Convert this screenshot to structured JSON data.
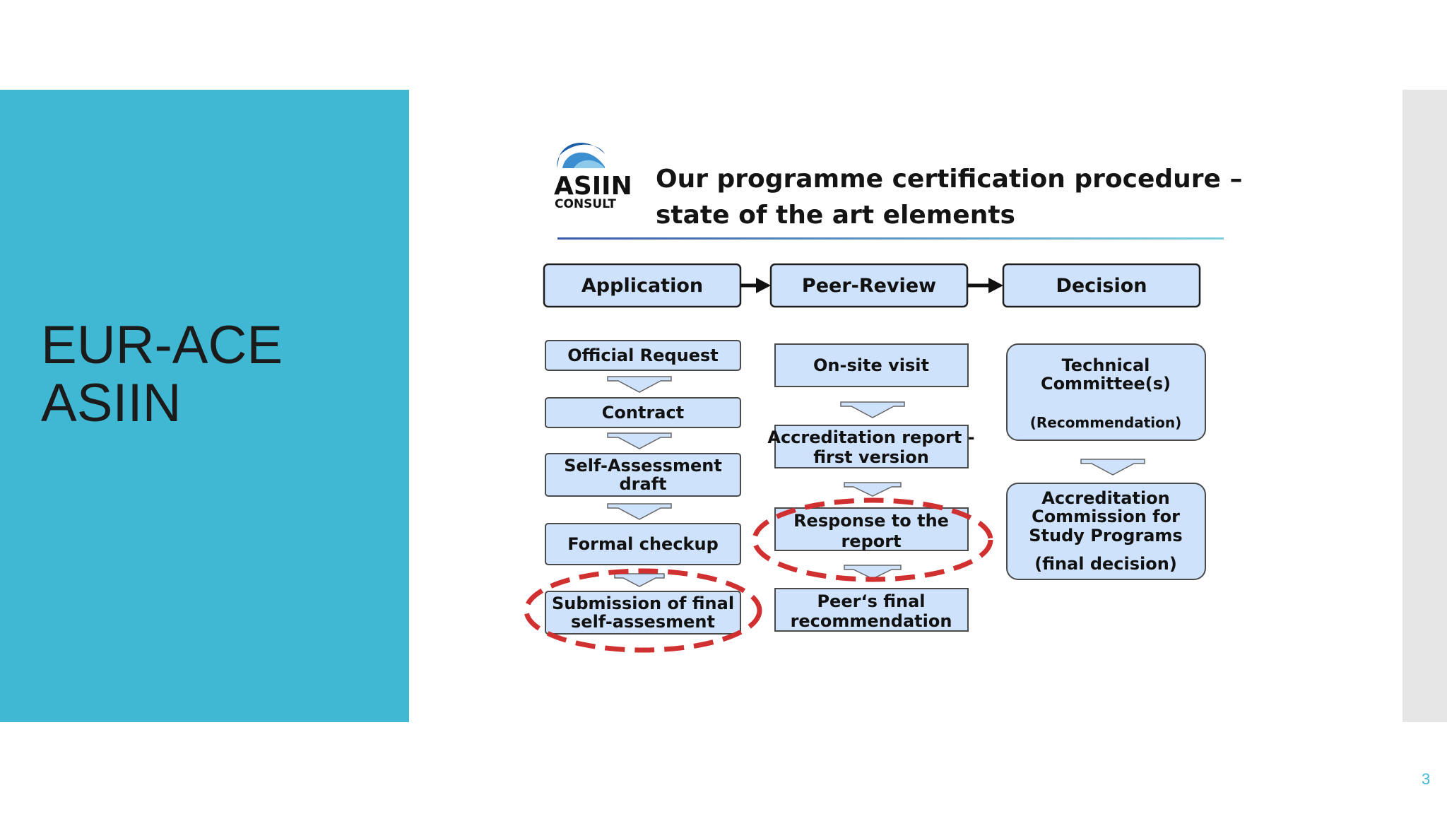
{
  "slide": {
    "title_lines": [
      "EUR-ACE",
      "ASIIN"
    ],
    "page_number": "3",
    "accent_color": "#41b8d3"
  },
  "logo": {
    "name": "ASIIN",
    "subtitle": "CONSULT",
    "icon": "asiin-wave-logo"
  },
  "heading": {
    "line1": "Our programme certification procedure –",
    "line2": "state of the art elements"
  },
  "phases": [
    "Application",
    "Peer-Review",
    "Decision"
  ],
  "application_steps": [
    [
      "Official Request"
    ],
    [
      "Contract"
    ],
    [
      "Self-Assessment",
      "draft"
    ],
    [
      "Formal checkup"
    ],
    [
      "Submission of final",
      "self-assesment"
    ]
  ],
  "peer_review_steps": [
    [
      "On-site visit"
    ],
    [
      "Accreditation report -",
      "first version"
    ],
    [
      "Response to the",
      "report"
    ],
    [
      "Peer‘s final",
      "recommendation"
    ]
  ],
  "decision_steps": [
    {
      "lines": [
        "Technical",
        "Committee(s)"
      ],
      "note": "(Recommendation)"
    },
    {
      "lines": [
        "Accreditation",
        "Commission for",
        "Study Programs"
      ],
      "note": "(final decision)"
    }
  ],
  "highlight_color": "#d03030"
}
